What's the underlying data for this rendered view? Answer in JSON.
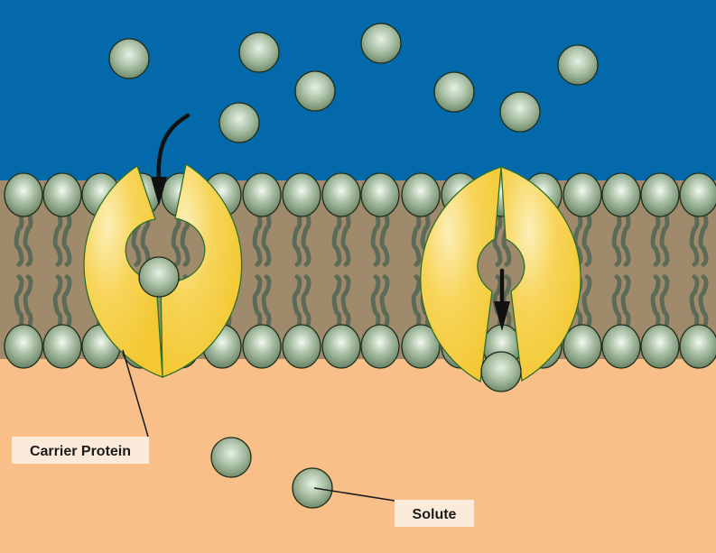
{
  "labels": {
    "carrier_protein": "Carrier Protein",
    "solute": "Solute"
  },
  "colors": {
    "extracellular": "#0369AA",
    "membrane": "#A08A6C",
    "cytoplasm": "#F8BF88",
    "protein_yellow": "#F5CC3E",
    "protein_highlight": "#FCEFB7",
    "protein_outline": "#2F6F28",
    "solute_dark": "#6F8A6A",
    "solute_light": "#E6F2E4",
    "lipid_tail": "#5C6A58",
    "arrow": "#111111",
    "label_box": "#FCEBDA"
  },
  "icons": {
    "solute": "green-sphere",
    "carrier": "split-yellow-disc",
    "arrow": "curved-arrow"
  }
}
